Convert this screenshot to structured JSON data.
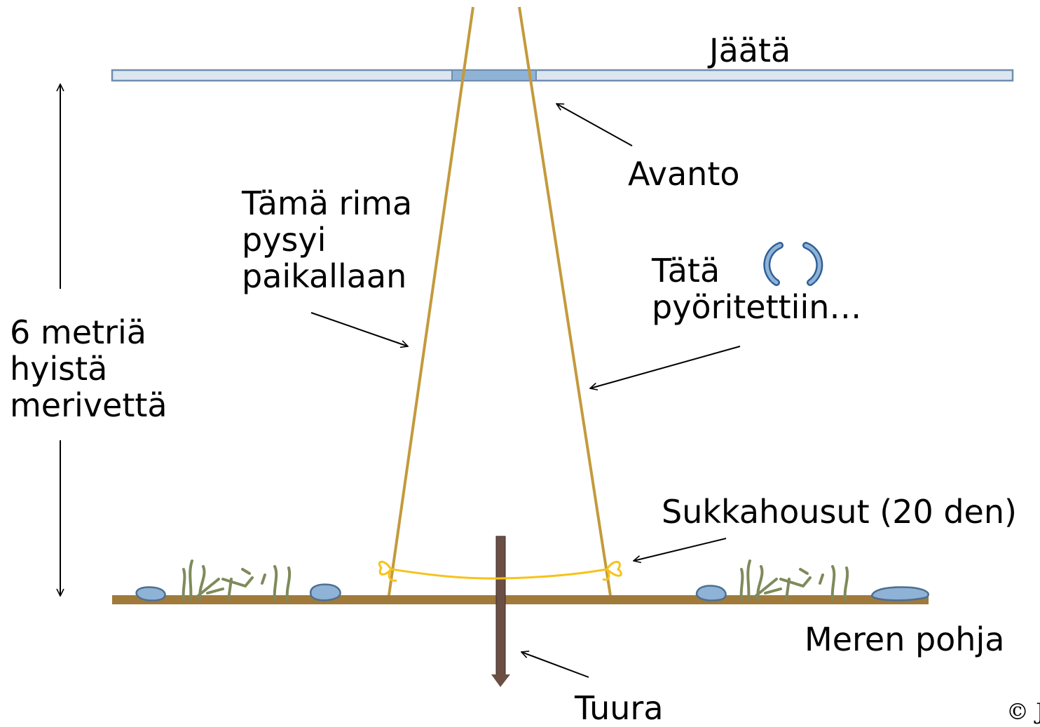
{
  "labels": {
    "ice": "Jäätä",
    "hole": "Avanto",
    "fixed_stick": [
      "Tämä rima",
      "pysyi",
      "paikallaan"
    ],
    "rotated_stick": [
      "Tätä",
      "pyöritettiin…"
    ],
    "water_depth": [
      "6 metriä",
      "hyistä",
      "merivettä"
    ],
    "tights": "Sukkahousut (20 den)",
    "sea_floor": "Meren pohja",
    "pick": "Tuura",
    "copyright": "© J"
  },
  "colors": {
    "ice_fill": "#dbe6f1",
    "ice_stroke": "#6f8ead",
    "hole_fill": "#8fb3d6",
    "stick": "#c39a3c",
    "tights": "#f7c219",
    "seabed": "#a07a3a",
    "pick": "#6b4f45",
    "stone_fill": "#8fb3d6",
    "stone_stroke": "#4d6f91",
    "seaweed": "#7e8a5a",
    "rotate_arrow": "#3f76b2"
  },
  "icons": [
    "rotate-arrows-icon"
  ]
}
